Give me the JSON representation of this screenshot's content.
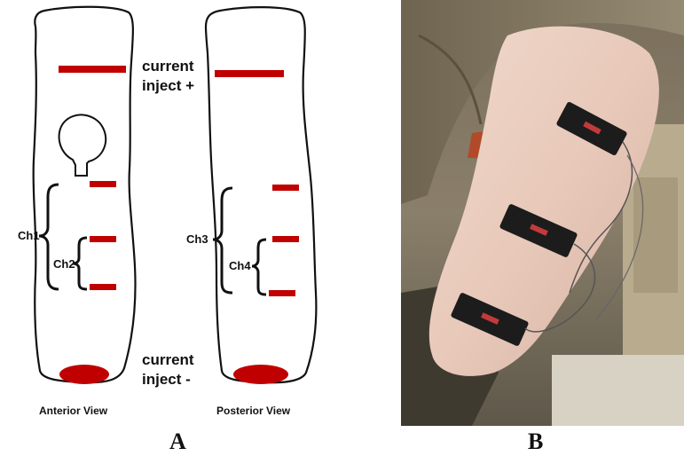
{
  "diagram": {
    "current_top": [
      "current",
      "inject +"
    ],
    "current_bottom": [
      "current",
      "inject -"
    ],
    "channels": {
      "ch1": "Ch1",
      "ch2": "Ch2",
      "ch3": "Ch3",
      "ch4": "Ch4"
    },
    "views": {
      "anterior": "Anterior View",
      "posterior": "Posterior View"
    },
    "panel_label": "A",
    "electrode_color": "#c00000"
  },
  "photo": {
    "panel_label": "B"
  }
}
